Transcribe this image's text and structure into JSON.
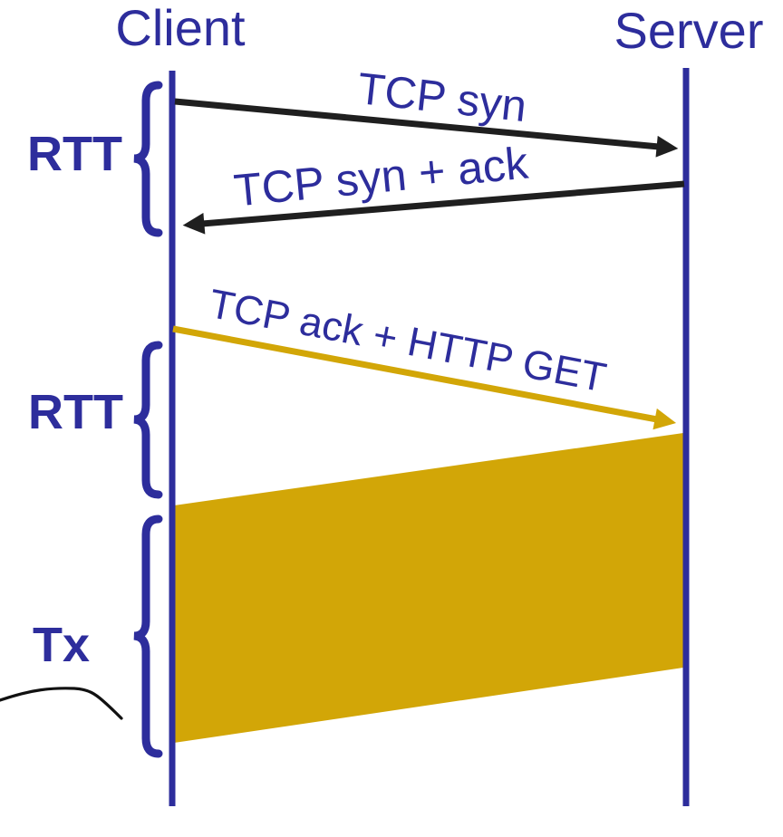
{
  "colors": {
    "blue": "#2D2D9C",
    "gold": "#D2A607",
    "ink": "#1F1F1F"
  },
  "diagram": {
    "actors": [
      {
        "name": "Client"
      },
      {
        "name": "Server"
      }
    ],
    "messages": [
      {
        "label": "TCP syn",
        "from": "Client",
        "to": "Server",
        "style": "black-arrow"
      },
      {
        "label": "TCP syn + ack",
        "from": "Server",
        "to": "Client",
        "style": "black-arrow"
      },
      {
        "label": "TCP ack + HTTP GET",
        "from": "Client",
        "to": "Server",
        "style": "gold-arrow"
      }
    ],
    "data_transfer": {
      "from": "Server",
      "to": "Client",
      "style": "gold-block"
    },
    "brackets": [
      {
        "label": "RTT"
      },
      {
        "label": "RTT"
      },
      {
        "label": "Tx"
      }
    ]
  }
}
